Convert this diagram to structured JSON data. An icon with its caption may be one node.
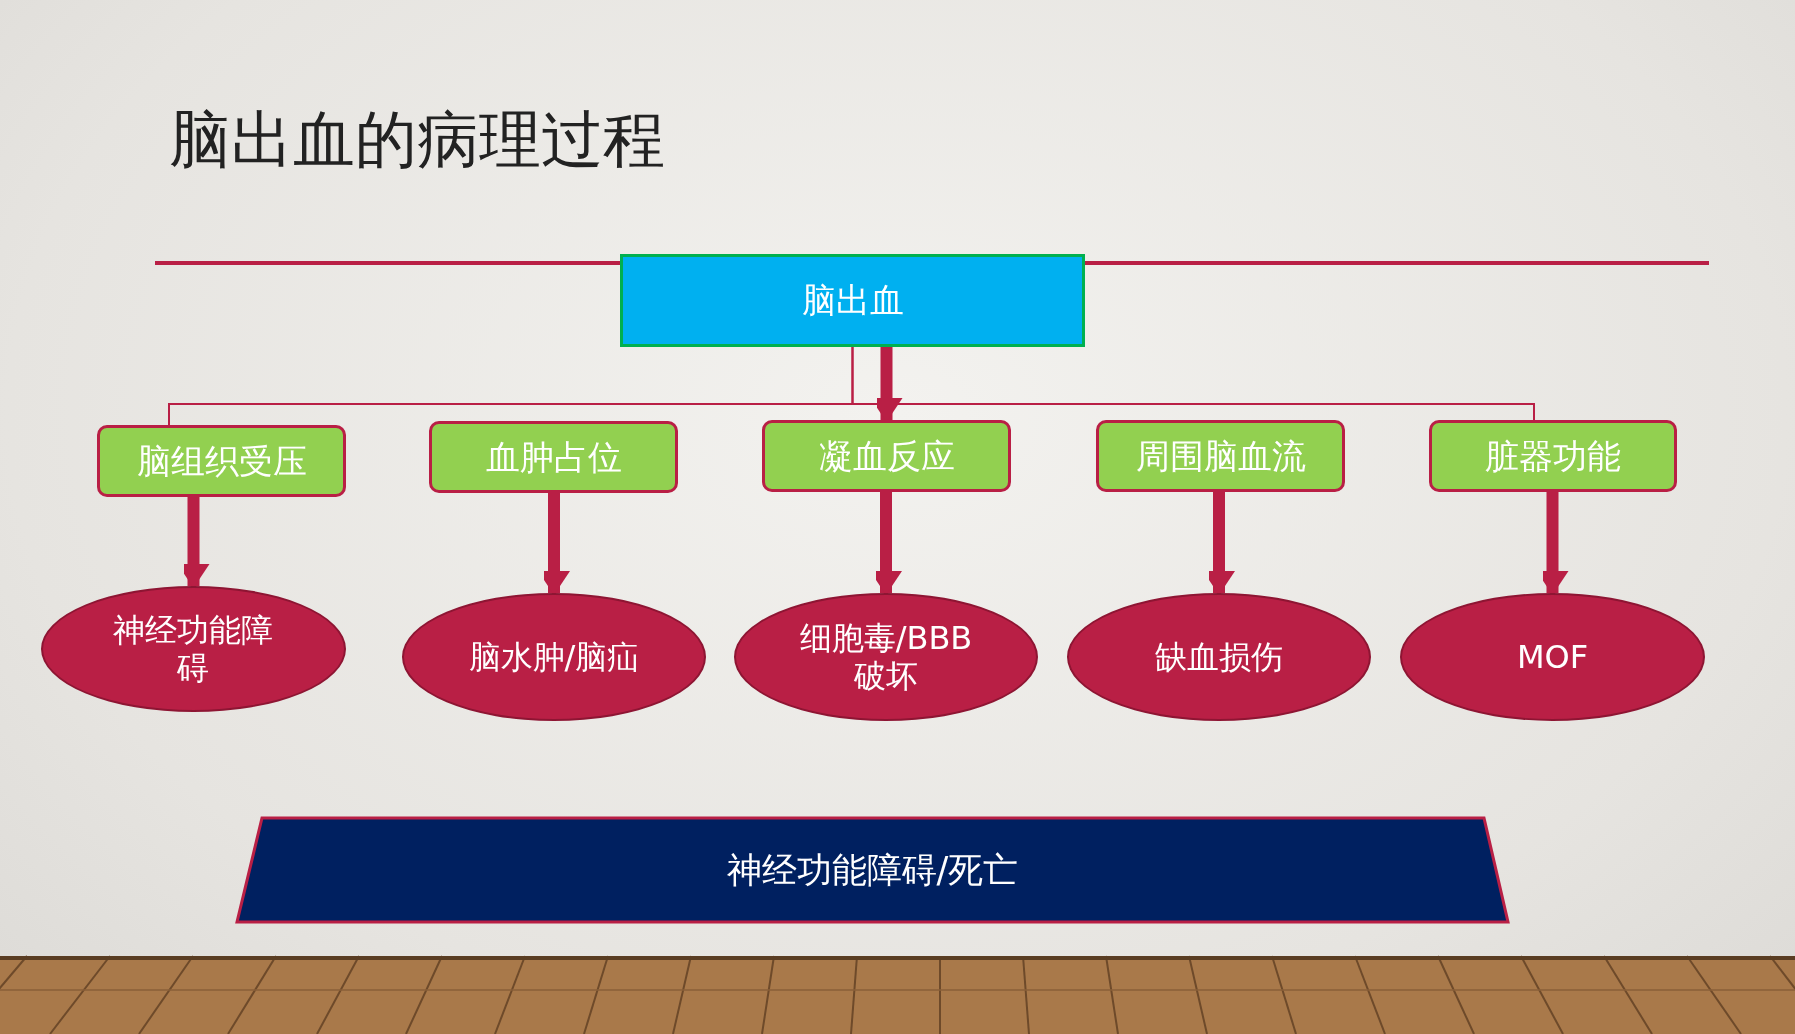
{
  "diagram": {
    "title": "脑出血的病理过程",
    "nodes": [
      {
        "text": [
          "脑出血"
        ]
      },
      {
        "text": [
          "脑组织受压"
        ]
      },
      {
        "text": [
          "血肿占位"
        ]
      },
      {
        "text": [
          "凝血反应"
        ]
      },
      {
        "text": [
          "周围脑血流"
        ]
      },
      {
        "text": [
          "脏器功能"
        ]
      },
      {
        "text": [
          "神经功能障碍"
        ]
      },
      {
        "text": [
          "脑水肿/脑疝"
        ]
      },
      {
        "text": [
          "细胞毒/BBB破坏"
        ]
      },
      {
        "text": [
          "缺血损伤"
        ]
      },
      {
        "text": [
          "MOF"
        ]
      },
      {
        "text": [
          "神经功能障碍/死亡"
        ]
      }
    ],
    "edges": [
      {
        "from": 0,
        "to": 1,
        "arrow": "none"
      },
      {
        "from": 0,
        "to": 5,
        "arrow": "none"
      },
      {
        "from": 0,
        "to": 3,
        "arrow": "to"
      },
      {
        "from": 1,
        "to": 6,
        "arrow": "to"
      },
      {
        "from": 2,
        "to": 7,
        "arrow": "to"
      },
      {
        "from": 3,
        "to": 8,
        "arrow": "to"
      },
      {
        "from": 4,
        "to": 9,
        "arrow": "to"
      },
      {
        "from": 5,
        "to": 10,
        "arrow": "to"
      }
    ]
  }
}
